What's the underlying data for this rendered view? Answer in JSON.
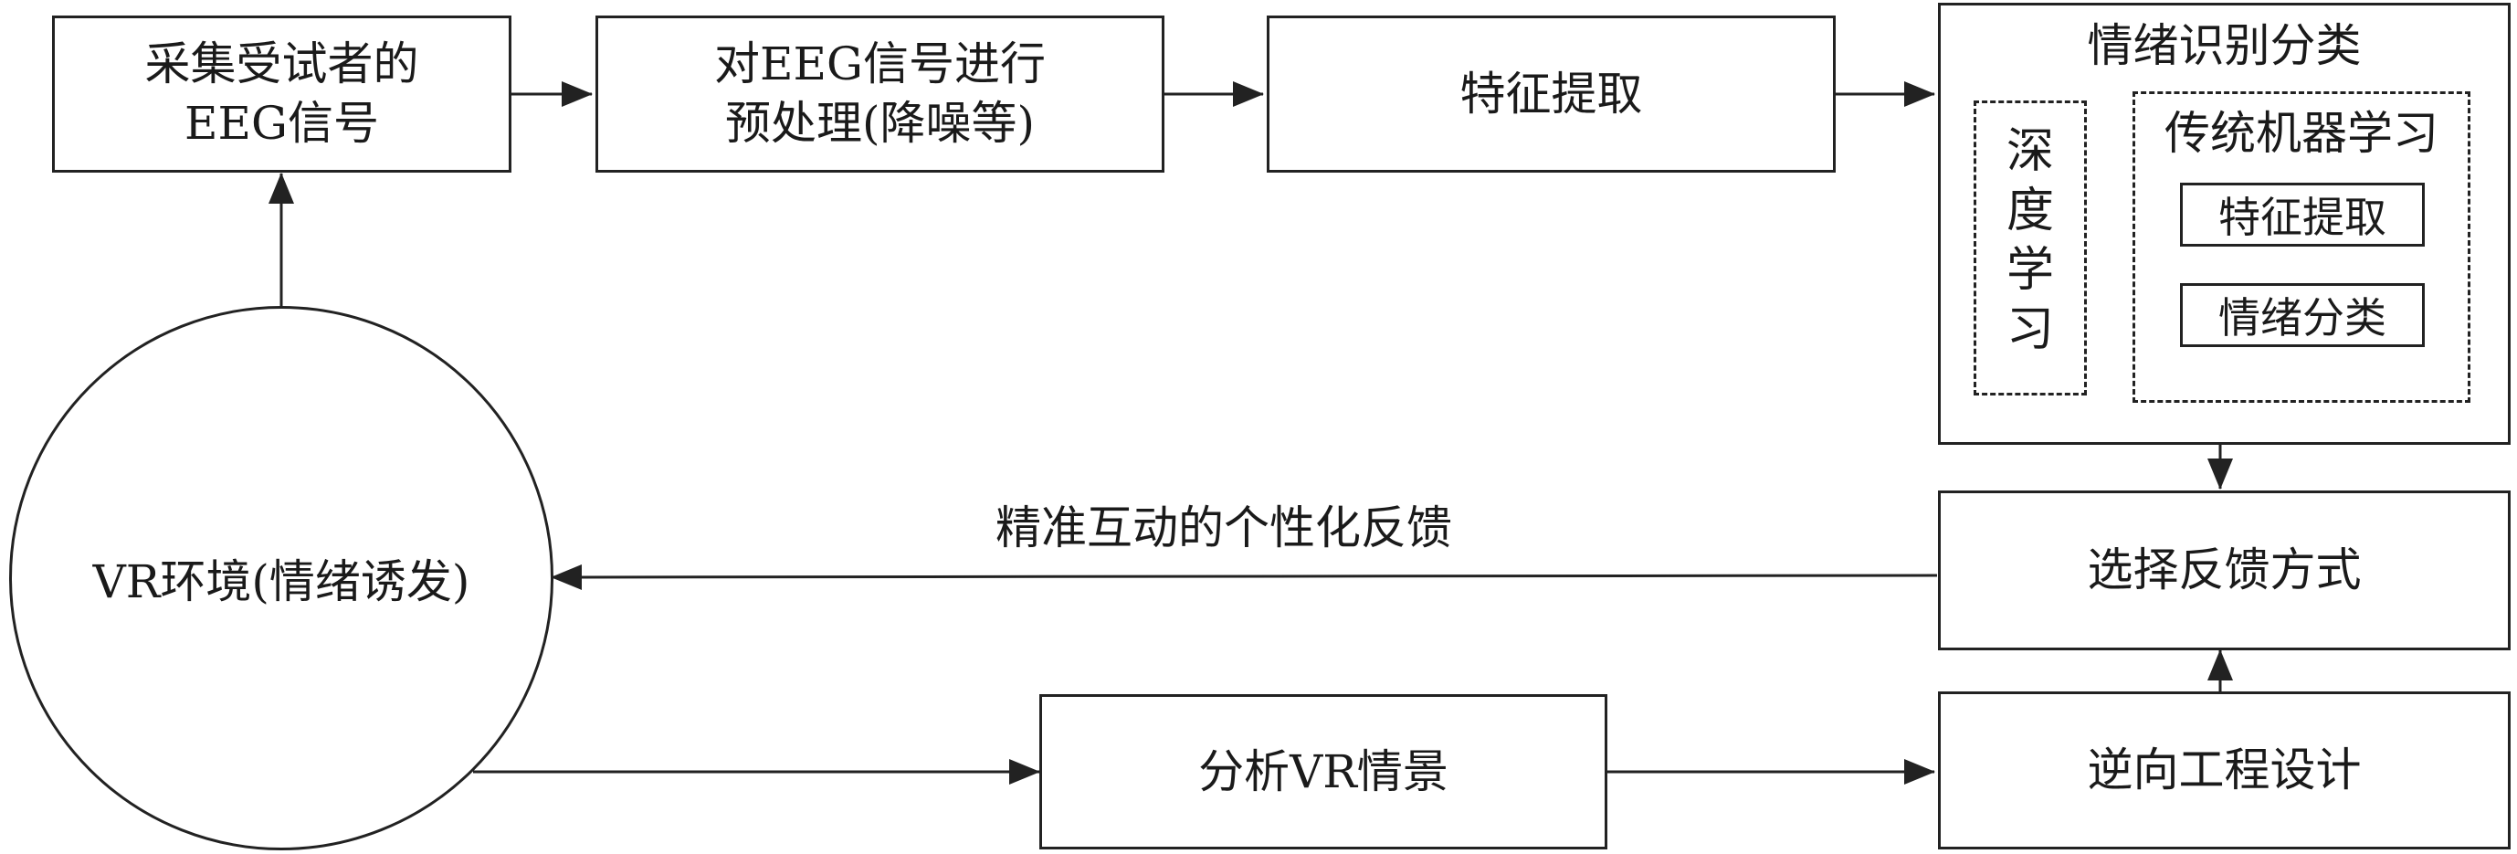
{
  "nodes": {
    "collect_eeg": "采集受试者的\nEEG信号",
    "preprocess": "对EEG信号进行\n预处理(降噪等)",
    "feature_extraction": "特征提取",
    "emotion_classification": {
      "title": "情绪识别分类",
      "deep_learning": "深\n度\n学\n习",
      "traditional_ml": {
        "title": "传统机器学习",
        "step1": "特征提取",
        "step2": "情绪分类"
      }
    },
    "vr_environment": "VR环境(情绪诱发)",
    "select_feedback": "选择反馈方式",
    "analyze_vr": "分析VR情景",
    "reverse_engineering": "逆向工程设计"
  },
  "edge_labels": {
    "feedback_to_vr": "精准互动的个性化反馈"
  },
  "colors": {
    "stroke": "#222222",
    "text": "#1a1a1a",
    "background": "#ffffff"
  }
}
